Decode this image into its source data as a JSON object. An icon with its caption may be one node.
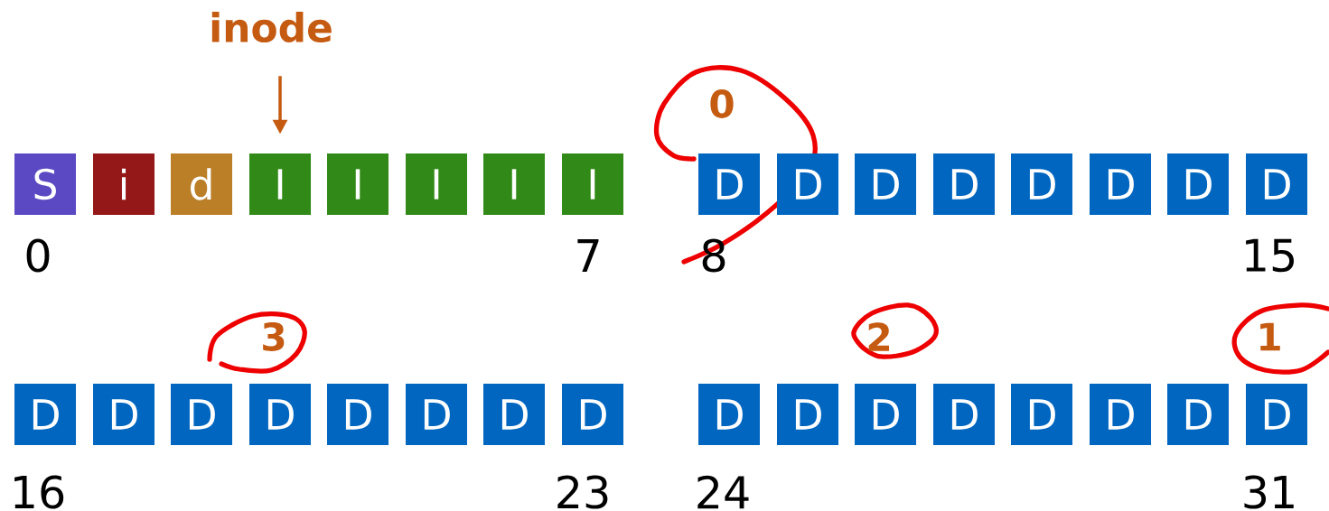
{
  "diagram": {
    "nodes": [
      {
        "text": [
          "inode"
        ]
      },
      {
        "text": [
          "S"
        ]
      },
      {
        "text": [
          "i"
        ]
      },
      {
        "text": [
          "d"
        ]
      },
      {
        "text": [
          "I"
        ]
      },
      {
        "text": [
          "I"
        ]
      },
      {
        "text": [
          "I"
        ]
      },
      {
        "text": [
          "I"
        ]
      },
      {
        "text": [
          "I"
        ]
      },
      {
        "text": [
          "D"
        ]
      },
      {
        "text": [
          "D"
        ]
      },
      {
        "text": [
          "D"
        ]
      },
      {
        "text": [
          "D"
        ]
      },
      {
        "text": [
          "D"
        ]
      },
      {
        "text": [
          "D"
        ]
      },
      {
        "text": [
          "D"
        ]
      },
      {
        "text": [
          "D"
        ]
      },
      {
        "text": [
          "D"
        ]
      },
      {
        "text": [
          "D"
        ]
      },
      {
        "text": [
          "D"
        ]
      },
      {
        "text": [
          "D"
        ]
      },
      {
        "text": [
          "D"
        ]
      },
      {
        "text": [
          "D"
        ]
      },
      {
        "text": [
          "D"
        ]
      },
      {
        "text": [
          "D"
        ]
      },
      {
        "text": [
          "D"
        ]
      },
      {
        "text": [
          "D"
        ]
      },
      {
        "text": [
          "D"
        ]
      },
      {
        "text": [
          "D"
        ]
      },
      {
        "text": [
          "D"
        ]
      },
      {
        "text": [
          "D"
        ]
      },
      {
        "text": [
          "D"
        ]
      },
      {
        "text": [
          "D"
        ]
      }
    ],
    "edges": [
      {
        "from": 0,
        "to": 4,
        "arrow": "to"
      }
    ],
    "labels": [
      "0",
      "0",
      "7",
      "8",
      "15",
      "3",
      "2",
      "1",
      "16",
      "23",
      "24",
      "31"
    ]
  }
}
